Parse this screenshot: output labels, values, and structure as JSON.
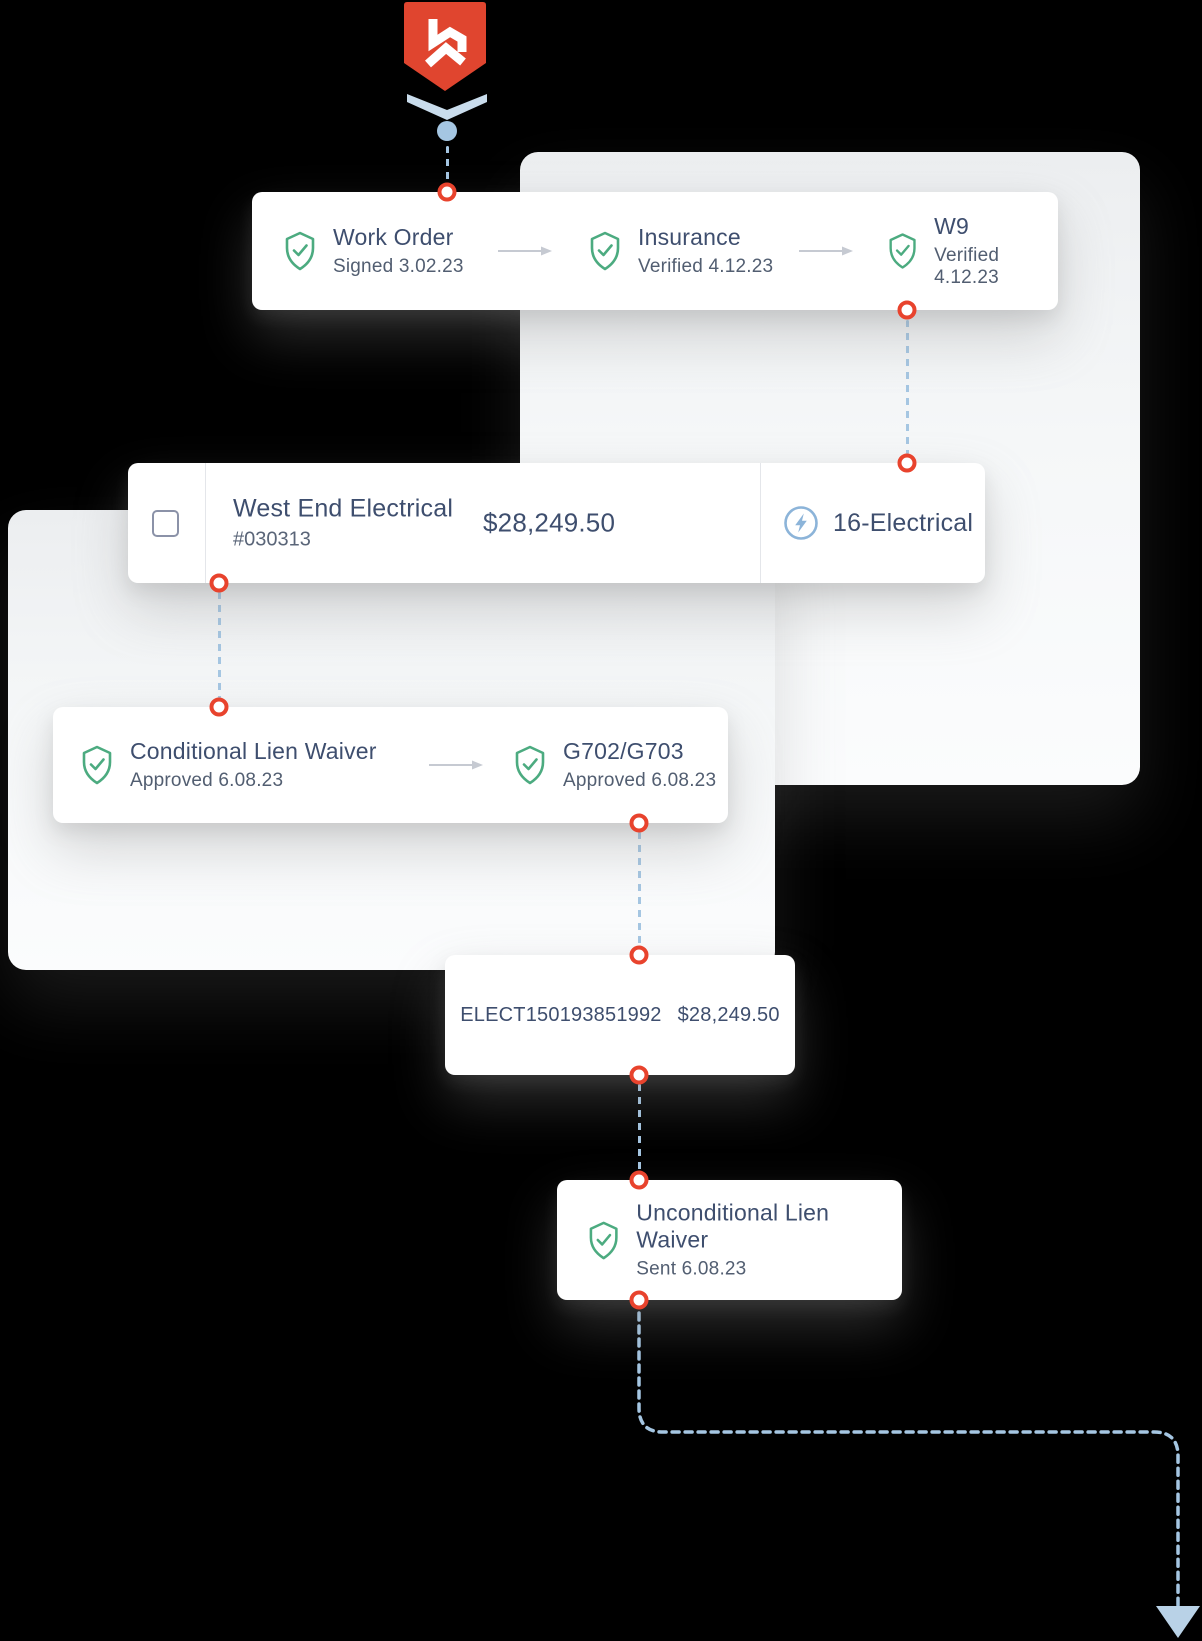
{
  "page": {
    "background": "#000000"
  },
  "brand": {
    "badge_color": "#e0452f"
  },
  "colors": {
    "accent_red": "#e8432d",
    "shield_green": "#4cab80",
    "connector_blue": "#a5c6e2",
    "icon_blue": "#8cb4d9",
    "navy_text": "#3e4e6e",
    "muted_text": "#525e71"
  },
  "icons": {
    "brand": "brand-badge-icon",
    "shield": "shield-check-icon",
    "lightning": "lightning-bolt-icon",
    "arrow_right": "arrow-right-icon",
    "arrow_down": "arrow-down-icon",
    "checkbox": "checkbox"
  },
  "documents_card": {
    "items": [
      {
        "title": "Work Order",
        "subtitle": "Signed 3.02.23"
      },
      {
        "title": "Insurance",
        "subtitle": "Verified 4.12.23"
      },
      {
        "title": "W9",
        "subtitle": "Verified 4.12.23"
      }
    ]
  },
  "vendor_row": {
    "name": "West End Electrical",
    "order_number": "#030313",
    "amount": "$28,249.50",
    "trade": "16-Electrical"
  },
  "waivers_card": {
    "items": [
      {
        "title": "Conditional Lien Waiver",
        "subtitle": "Approved 6.08.23"
      },
      {
        "title": "G702/G703",
        "subtitle": "Approved 6.08.23"
      }
    ]
  },
  "payment_card": {
    "reference": "ELECT150193851992",
    "amount": "$28,249.50"
  },
  "unconditional_card": {
    "title": "Unconditional Lien Waiver",
    "subtitle": "Sent 6.08.23"
  }
}
